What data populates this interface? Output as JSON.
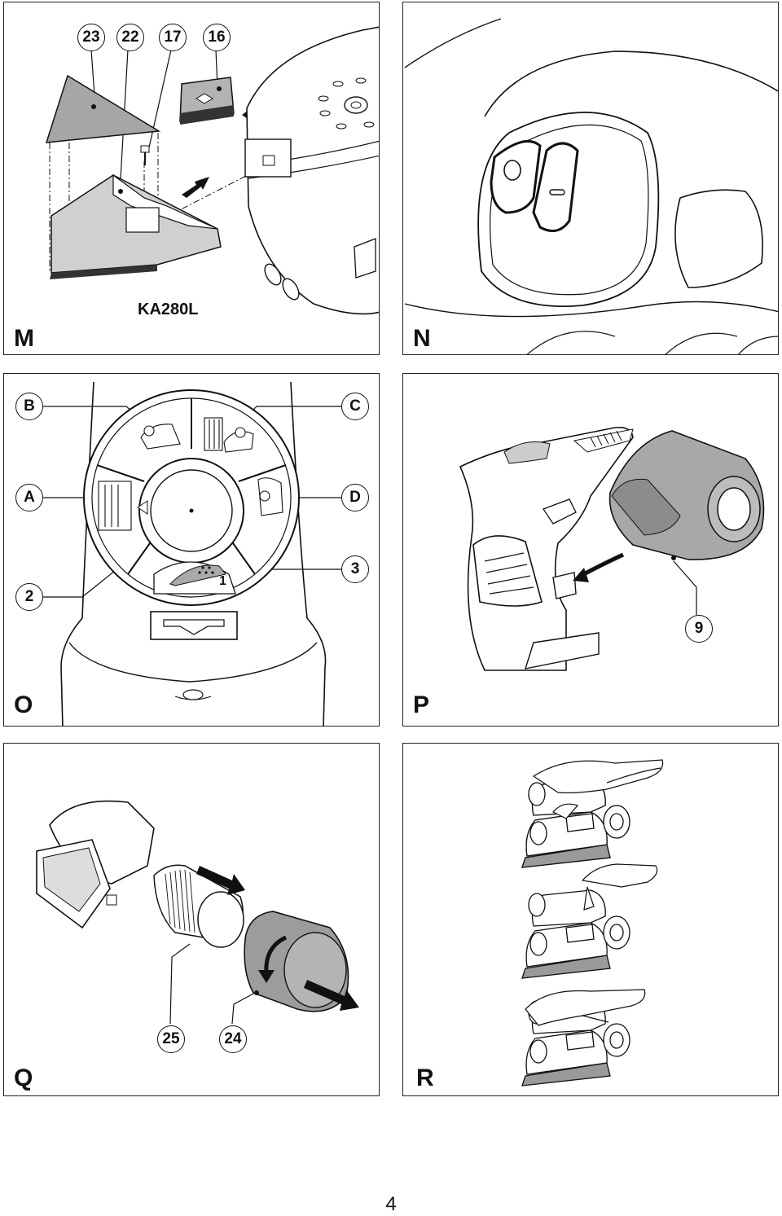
{
  "panels": {
    "M": {
      "label": "M",
      "model": "KA280L",
      "callouts": [
        "23",
        "22",
        "17",
        "16"
      ]
    },
    "N": {
      "label": "N"
    },
    "O": {
      "label": "O",
      "letters": [
        "B",
        "C",
        "A",
        "D"
      ],
      "callouts": [
        "2",
        "3"
      ],
      "dial_mark": "1"
    },
    "P": {
      "label": "P",
      "callouts": [
        "9"
      ]
    },
    "Q": {
      "label": "Q",
      "callouts": [
        "25",
        "24"
      ]
    },
    "R": {
      "label": "R"
    }
  },
  "page_number": "4"
}
